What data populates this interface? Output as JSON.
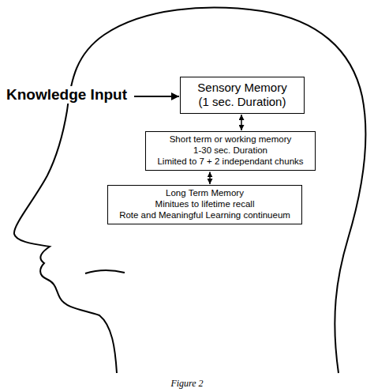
{
  "diagram": {
    "caption": "Figure 2",
    "nodes": [
      {
        "text": [
          "Sensory Memory",
          "(1 sec. Duration)"
        ]
      },
      {
        "text": [
          "Short term or working memory",
          "1-30 sec. Duration",
          "Limited to 7 + 2 independant chunks"
        ]
      },
      {
        "text": [
          "Long Term Memory",
          "Minitues to lifetime recall",
          "Rote and Meaningful Learning continueum"
        ]
      }
    ],
    "edges": [
      {
        "from": 0,
        "to": 1,
        "arrow": "both"
      },
      {
        "from": 1,
        "to": 2,
        "arrow": "both"
      }
    ],
    "labels": [
      "Knowledge Input"
    ]
  }
}
